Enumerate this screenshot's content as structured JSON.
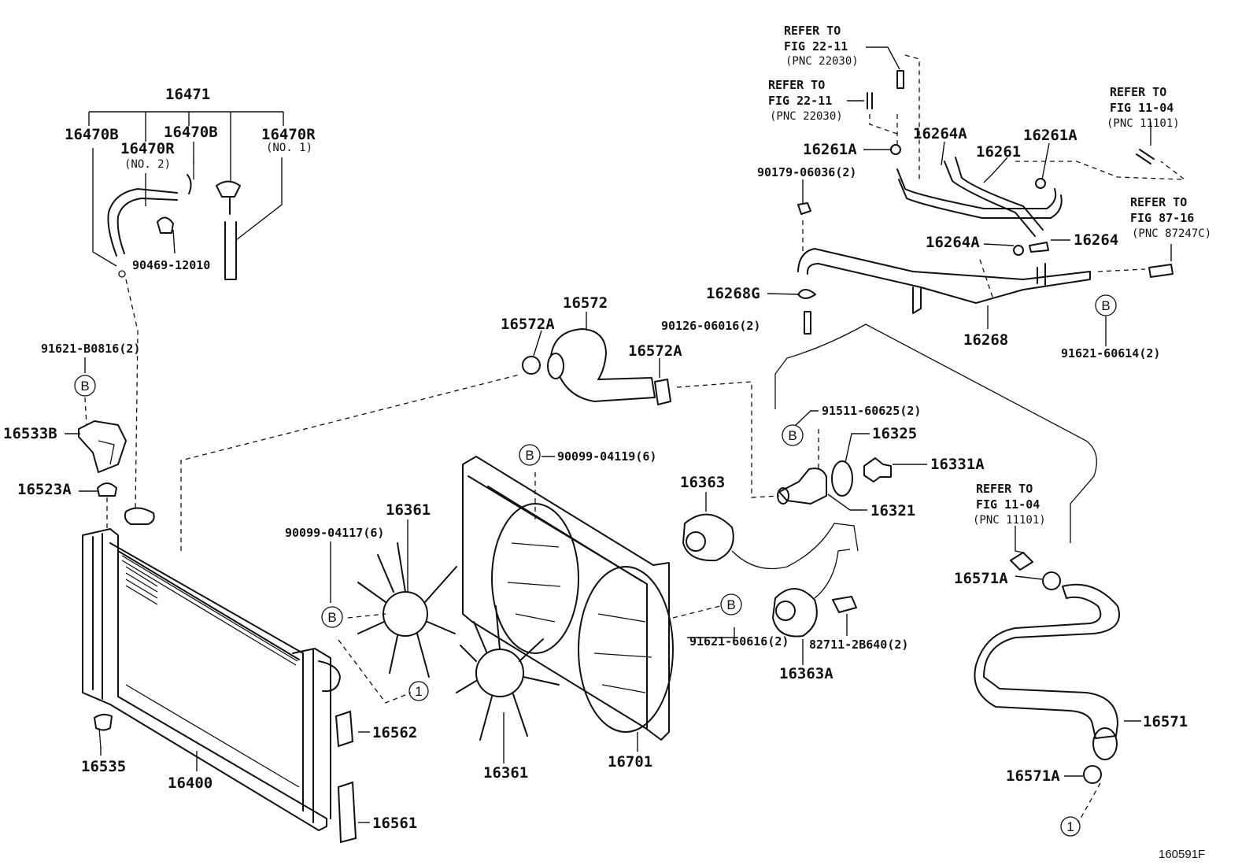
{
  "labels": {
    "p16471": "16471",
    "p16470b_left": "16470B",
    "p16470r_no2": "16470R",
    "no2": "(NO. 2)",
    "p16470b_mid": "16470B",
    "p16470r_no1": "16470R",
    "no1": "(NO. 1)",
    "p90469": "90469-12010",
    "p91621_b0816": "91621-B0816(2)",
    "p16533b": "16533B",
    "p16523a": "16523A",
    "p16535": "16535",
    "p16400": "16400",
    "p16562": "16562",
    "p16561": "16561",
    "p90099_04117": "90099-04117(6)",
    "p16361_top": "16361",
    "p16361_bottom": "16361",
    "p90099_04119": "90099-04119(6)",
    "p16701": "16701",
    "p16572a_left": "16572A",
    "p16572": "16572",
    "p16572a_right": "16572A",
    "p90126": "90126-06016(2)",
    "p16268g": "16268G",
    "p16363": "16363",
    "p91621_60616": "91621-60616(2)",
    "p82711": "82711-2B640(2)",
    "p16363a": "16363A",
    "p91511": "91511-60625(2)",
    "p16325": "16325",
    "p16331a": "16331A",
    "p16321": "16321",
    "p16268": "16268",
    "p91621_60614": "91621-60614(2)",
    "p90179": "90179-06036(2)",
    "p16261a_left": "16261A",
    "p16264a_top": "16264A",
    "p16261": "16261",
    "p16261a_right": "16261A",
    "p16264a_mid": "16264A",
    "p16264": "16264",
    "p16571a_top": "16571A",
    "p16571": "16571",
    "p16571a_bottom": "16571A",
    "figure_id": "160591F"
  },
  "refs": {
    "r1": {
      "a": "REFER TO",
      "b": "FIG 22-11",
      "c": "(PNC 22030)"
    },
    "r2": {
      "a": "REFER TO",
      "b": "FIG 22-11",
      "c": "(PNC 22030)"
    },
    "r3": {
      "a": "REFER TO",
      "b": "FIG 11-04",
      "c": "(PNC 11101)"
    },
    "r4": {
      "a": "REFER TO",
      "b": "FIG 87-16",
      "c": "(PNC 87247C)"
    },
    "r5": {
      "a": "REFER TO",
      "b": "FIG 11-04",
      "c": "(PNC 11101)"
    }
  },
  "markers": {
    "b": "B",
    "one": "1"
  }
}
